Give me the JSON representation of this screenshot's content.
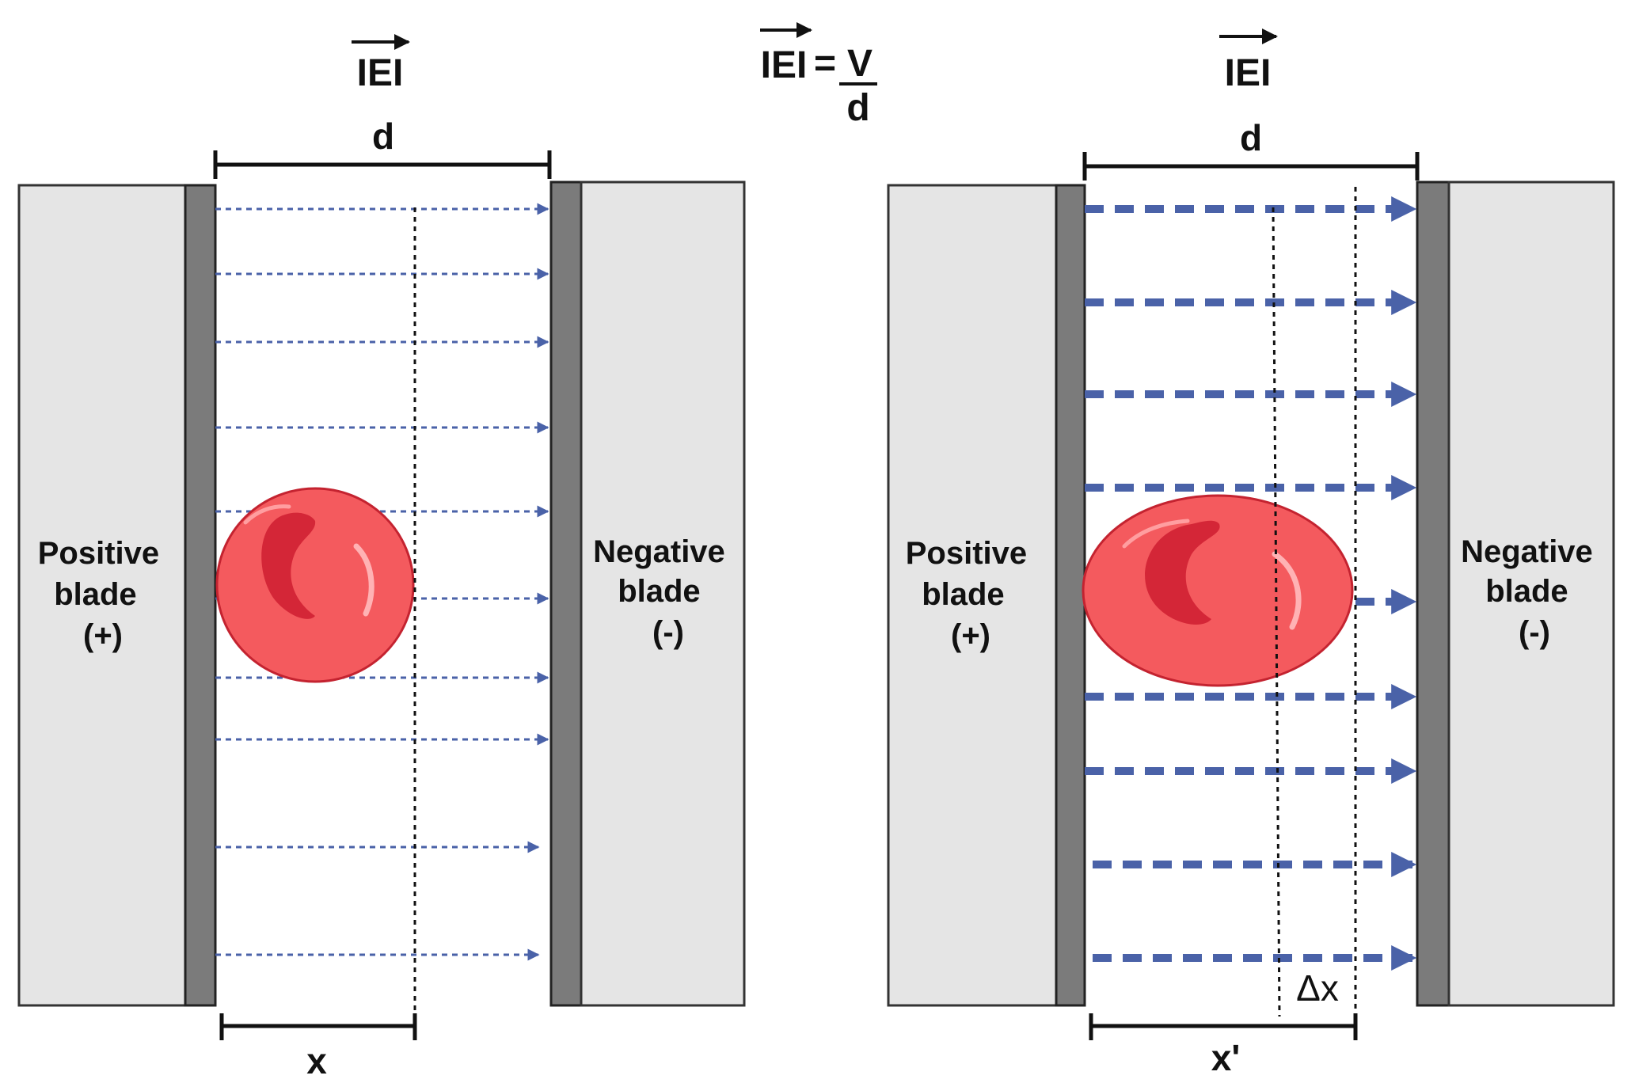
{
  "formula": {
    "lhs": "IEI",
    "equals": "=",
    "numerator": "V",
    "denominator": "d"
  },
  "colors": {
    "blade_fill": "#e5e5e5",
    "electrode_fill": "#7b7b7b",
    "field_arrow": "#4a62a8",
    "cell_fill": "#f45a5e",
    "cell_core": "#d42637",
    "outline": "#111111"
  },
  "panels": [
    {
      "id": "before",
      "field_label": "IEI",
      "gap_label": "d",
      "positive_blade": {
        "line1": "Positive",
        "line2": "blade",
        "line3": "(+)"
      },
      "negative_blade": {
        "line1": "Negative",
        "line2": "blade",
        "line3": "(-)"
      },
      "measure_label": "x",
      "field_strength": "weak",
      "cell_shape": "round"
    },
    {
      "id": "after",
      "field_label": "IEI",
      "gap_label": "d",
      "positive_blade": {
        "line1": "Positive",
        "line2": "blade",
        "line3": "(+)"
      },
      "negative_blade": {
        "line1": "Negative",
        "line2": "blade",
        "line3": "(-)"
      },
      "measure_label": "x'",
      "delta_label": "Δx",
      "field_strength": "strong",
      "cell_shape": "elongated"
    }
  ]
}
